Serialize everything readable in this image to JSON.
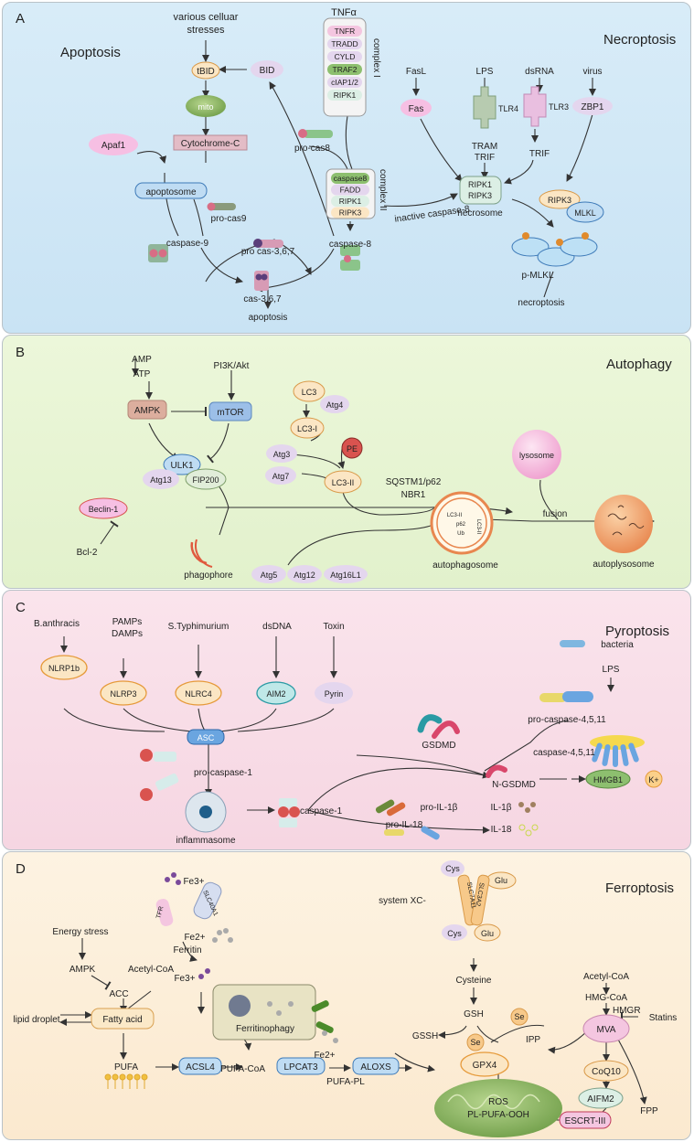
{
  "panels": {
    "A": {
      "letter": "A",
      "title_left": "Apoptosis",
      "title_right": "Necroptosis",
      "nodes": {
        "stresses1": "various celluar",
        "stresses2": "stresses",
        "tbid": "tBID",
        "bid": "BID",
        "mito": "mito",
        "cytc": "Cytochrome-C",
        "apaf1": "Apaf1",
        "apoptosome": "apoptosome",
        "procas9": "pro-cas9",
        "casp9": "caspase-9",
        "procas367": "pro cas-3,6,7",
        "cas367": "cas-3,6,7",
        "apoptosis": "apoptosis",
        "tnfa": "TNFα",
        "complex1": "complex I",
        "complex2": "complex II",
        "procas8": "pro-cas8",
        "c1_items": [
          "TNFR",
          "TRADD",
          "CYLD",
          "TRAF2",
          "cIAP1/2",
          "RIPK1"
        ],
        "c2_items": [
          "caspase8",
          "FADD",
          "RIPK1",
          "RIPK3"
        ],
        "casp8": "caspase-8",
        "inactive_casp8": "inactive caspase-8",
        "fasl": "FasL",
        "fas": "Fas",
        "lps": "LPS",
        "tlr4": "TLR4",
        "tram": "TRAM",
        "trif1": "TRIF",
        "dsrna": "dsRNA",
        "tlr3": "TLR3",
        "trif2": "TRIF",
        "virus": "virus",
        "zbp1": "ZBP1",
        "ripk1": "RIPK1",
        "ripk3": "RIPK3",
        "necrosome": "necrosome",
        "ripk3b": "RIPK3",
        "mlkl": "MLKL",
        "pmlkl": "p-MLKL",
        "necroptosis": "necroptosis"
      }
    },
    "B": {
      "letter": "B",
      "title": "Autophagy",
      "nodes": {
        "amp": "AMP",
        "atp": "ATP",
        "pi3k": "PI3K/Akt",
        "ampk": "AMPK",
        "mtor": "mTOR",
        "ulk1": "ULK1",
        "atg13": "Atg13",
        "fip200": "FIP200",
        "beclin": "Beclin-1",
        "bcl2": "Bcl-2",
        "phagophore": "phagophore",
        "lc3": "LC3",
        "atg4": "Atg4",
        "lc3i": "LC3-I",
        "pe": "PE",
        "atg3": "Atg3",
        "atg7": "Atg7",
        "lc3ii": "LC3-II",
        "sqstm": "SQSTM1/p62",
        "nbr1": "NBR1",
        "atg5": "Atg5",
        "atg12": "Atg12",
        "atg16": "Atg16L1",
        "autophagosome": "autophagosome",
        "lysosome": "lysosome",
        "fusion": "fusion",
        "autoply": "autoplysosome",
        "ap_inner": [
          "LC3-II",
          "p62",
          "Ub",
          "LC3-II"
        ]
      }
    },
    "C": {
      "letter": "C",
      "title": "Pyroptosis",
      "nodes": {
        "banth": "B.anthracis",
        "pamps": "PAMPs",
        "damps": "DAMPs",
        "styph": "S.Typhimurium",
        "dsdna": "dsDNA",
        "toxin": "Toxin",
        "nlrp1b": "NLRP1b",
        "nlrp3": "NLRP3",
        "nlrc4": "NLRC4",
        "aim2": "AIM2",
        "pyrin": "Pyrin",
        "asc": "ASC",
        "procasp1": "pro-caspase-1",
        "inflammasome": "inflammasome",
        "casp1": "caspase-1",
        "bacteria": "bacteria",
        "lps": "LPS",
        "procasp4": "pro-caspase-4,5,11",
        "casp4": "caspase-4,5,11",
        "gsdmd": "GSDMD",
        "ngsdmd": "N-GSDMD",
        "hmgb1": "HMGB1",
        "k": "K+",
        "proil1b": "pro-IL-1β",
        "proil18": "pro-IL-18",
        "il1b": "IL-1β",
        "il18": "IL-18"
      }
    },
    "D": {
      "letter": "D",
      "title": "Ferroptosis",
      "nodes": {
        "fe3a": "Fe3+",
        "tfr": "TFR",
        "slc40a1": "SLC40A1",
        "fe2a": "Fe2+",
        "ferritin": "Ferritin",
        "fe3b": "Fe3+",
        "ferritinophagy": "Ferritinophagy",
        "fe2b": "Fe2+",
        "energy": "Energy stress",
        "ampk": "AMPK",
        "acc": "ACC",
        "acetyl1": "Acetyl-CoA",
        "lipid": "lipid droplet",
        "fatty": "Fatty acid",
        "pufa": "PUFA",
        "acsl4": "ACSL4",
        "pufacoa": "PUFA-CoA",
        "lpcat3": "LPCAT3",
        "pufapl": "PUFA-PL",
        "aloxs": "ALOXS",
        "ros": "ROS",
        "plpufa": "PL-PUFA-OOH",
        "cys1": "Cys",
        "glu1": "Glu",
        "slc7a11": "SLC7A11",
        "slc3a2": "SLC3A2",
        "systemxc": "system XC-",
        "cys2": "Cys",
        "glu2": "Glu",
        "cysteine": "Cysteine",
        "gsh": "GSH",
        "gssh": "GSSH",
        "se1": "Se",
        "se2": "Se",
        "gpx4": "GPX4",
        "ipp": "IPP",
        "acetyl2": "Acetyl-CoA",
        "hmgcoa": "HMG-CoA",
        "hmgr": "HMGR",
        "statins": "Statins",
        "mva": "MVA",
        "coq10": "CoQ10",
        "fpp": "FPP",
        "aifm2": "AIFM2",
        "escrt": "ESCRT-III"
      }
    }
  },
  "colors": {
    "panel_a": "#d4e9f6",
    "panel_b": "#e6f4d0",
    "panel_c": "#f8dce6",
    "panel_d": "#fcefd8",
    "pink": "#f4c6e0",
    "purple": "#e3d6ee",
    "blue": "#b9dcf3",
    "green": "#8dbf6f",
    "orange": "#f7c98a",
    "cream": "#fbe9c8",
    "red": "#d9534f",
    "teal": "#4fb3bf"
  }
}
